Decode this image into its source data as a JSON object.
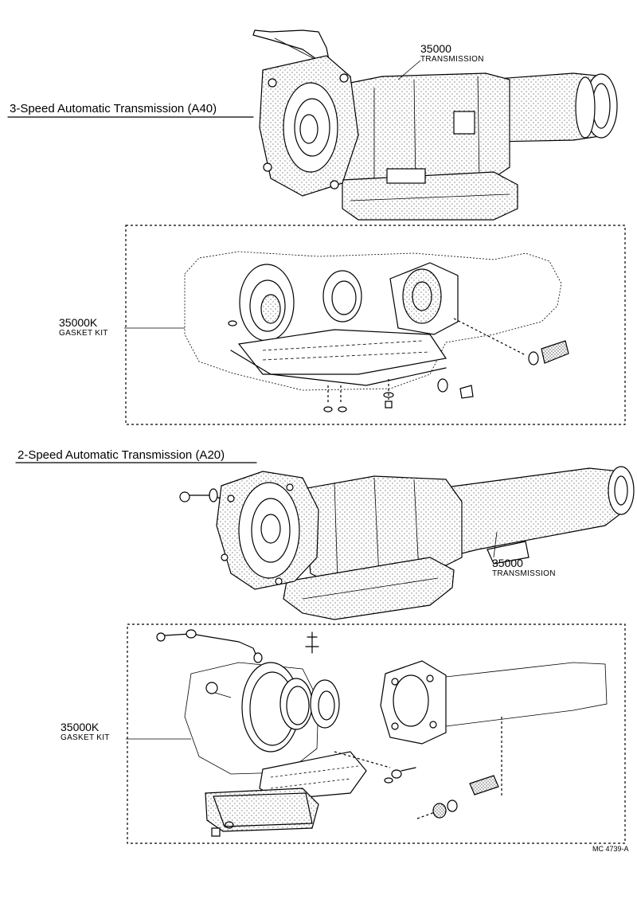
{
  "a40": {
    "title": "3-Speed Automatic Transmission (A40)",
    "transmission": {
      "part_no": "35000",
      "desc": "TRANSMISSION"
    },
    "gasket_kit": {
      "part_no": "35000K",
      "desc": "GASKET KIT"
    }
  },
  "a20": {
    "title": "2-Speed Automatic Transmission (A20)",
    "transmission": {
      "part_no": "35000",
      "desc": "TRANSMISSION"
    },
    "gasket_kit": {
      "part_no": "35000K",
      "desc": "GASKET KIT"
    }
  },
  "figure_code": "MC 4739-A"
}
